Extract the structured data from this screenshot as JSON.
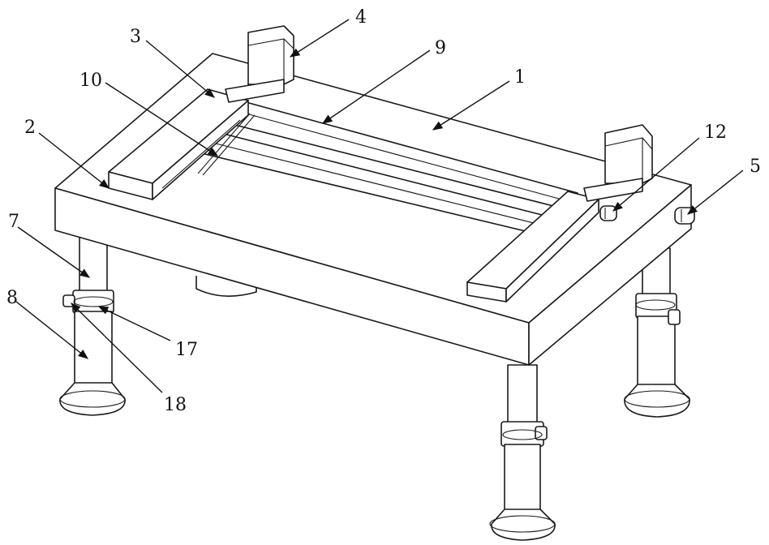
{
  "callouts": [
    {
      "id": "1",
      "text": "1"
    },
    {
      "id": "2",
      "text": "2"
    },
    {
      "id": "3",
      "text": "3"
    },
    {
      "id": "4",
      "text": "4"
    },
    {
      "id": "5",
      "text": "5"
    },
    {
      "id": "7",
      "text": "7"
    },
    {
      "id": "8",
      "text": "8"
    },
    {
      "id": "9",
      "text": "9"
    },
    {
      "id": "10",
      "text": "10"
    },
    {
      "id": "12",
      "text": "12"
    },
    {
      "id": "17",
      "text": "17"
    },
    {
      "id": "18",
      "text": "18"
    }
  ],
  "colors": {
    "line": "#1a1a1a",
    "background": "#ffffff"
  }
}
